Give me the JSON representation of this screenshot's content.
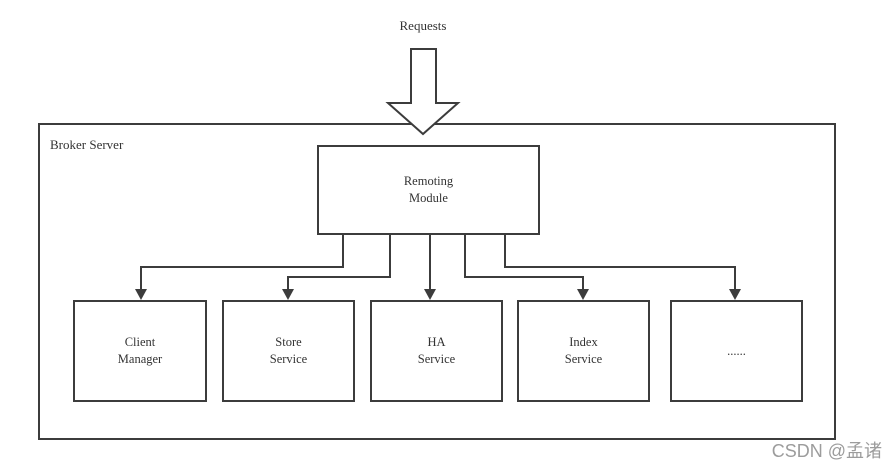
{
  "requests_label": "Requests",
  "broker": {
    "label": "Broker Server",
    "remoting_module": {
      "label": "Remoting\nModule"
    },
    "children": [
      {
        "label": "Client\nManager"
      },
      {
        "label": "Store\nService"
      },
      {
        "label": "HA\nService"
      },
      {
        "label": "Index\nService"
      },
      {
        "label": "......"
      }
    ]
  },
  "watermark": "CSDN @孟诸",
  "colors": {
    "line": "#3c3c3c",
    "text": "#333333",
    "box_fill": "#ffffff",
    "watermark": "#9c9c9c"
  }
}
